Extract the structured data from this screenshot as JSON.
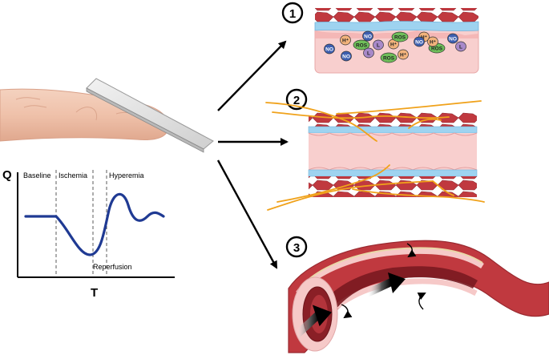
{
  "graph": {
    "y_label": "Q",
    "x_label": "T",
    "phase_labels": [
      "Baseline",
      "Ischemia",
      "Hyperemia",
      "Reperfusion"
    ]
  },
  "panels": {
    "markers": [
      "1",
      "2",
      "3"
    ],
    "molecules": [
      "NO",
      "H⁺",
      "ROS",
      "L",
      "NO",
      "H⁺",
      "ROS",
      "H⁺",
      "NO",
      "L",
      "ROS",
      "NO",
      "H⁺",
      "L",
      "NO",
      "ROS",
      "H⁺"
    ]
  },
  "colors": {
    "curve": "#1f3a93",
    "vessel_red": "#b8333c",
    "tissue_pink": "#f6c9c8",
    "endothelium_blue": "#9ed3f0",
    "nerve_orange": "#f0a21b",
    "h_plus": "#f2b37c",
    "ros": "#6fbf5a",
    "no": "#3d5fb0",
    "l": "#a889c9"
  }
}
